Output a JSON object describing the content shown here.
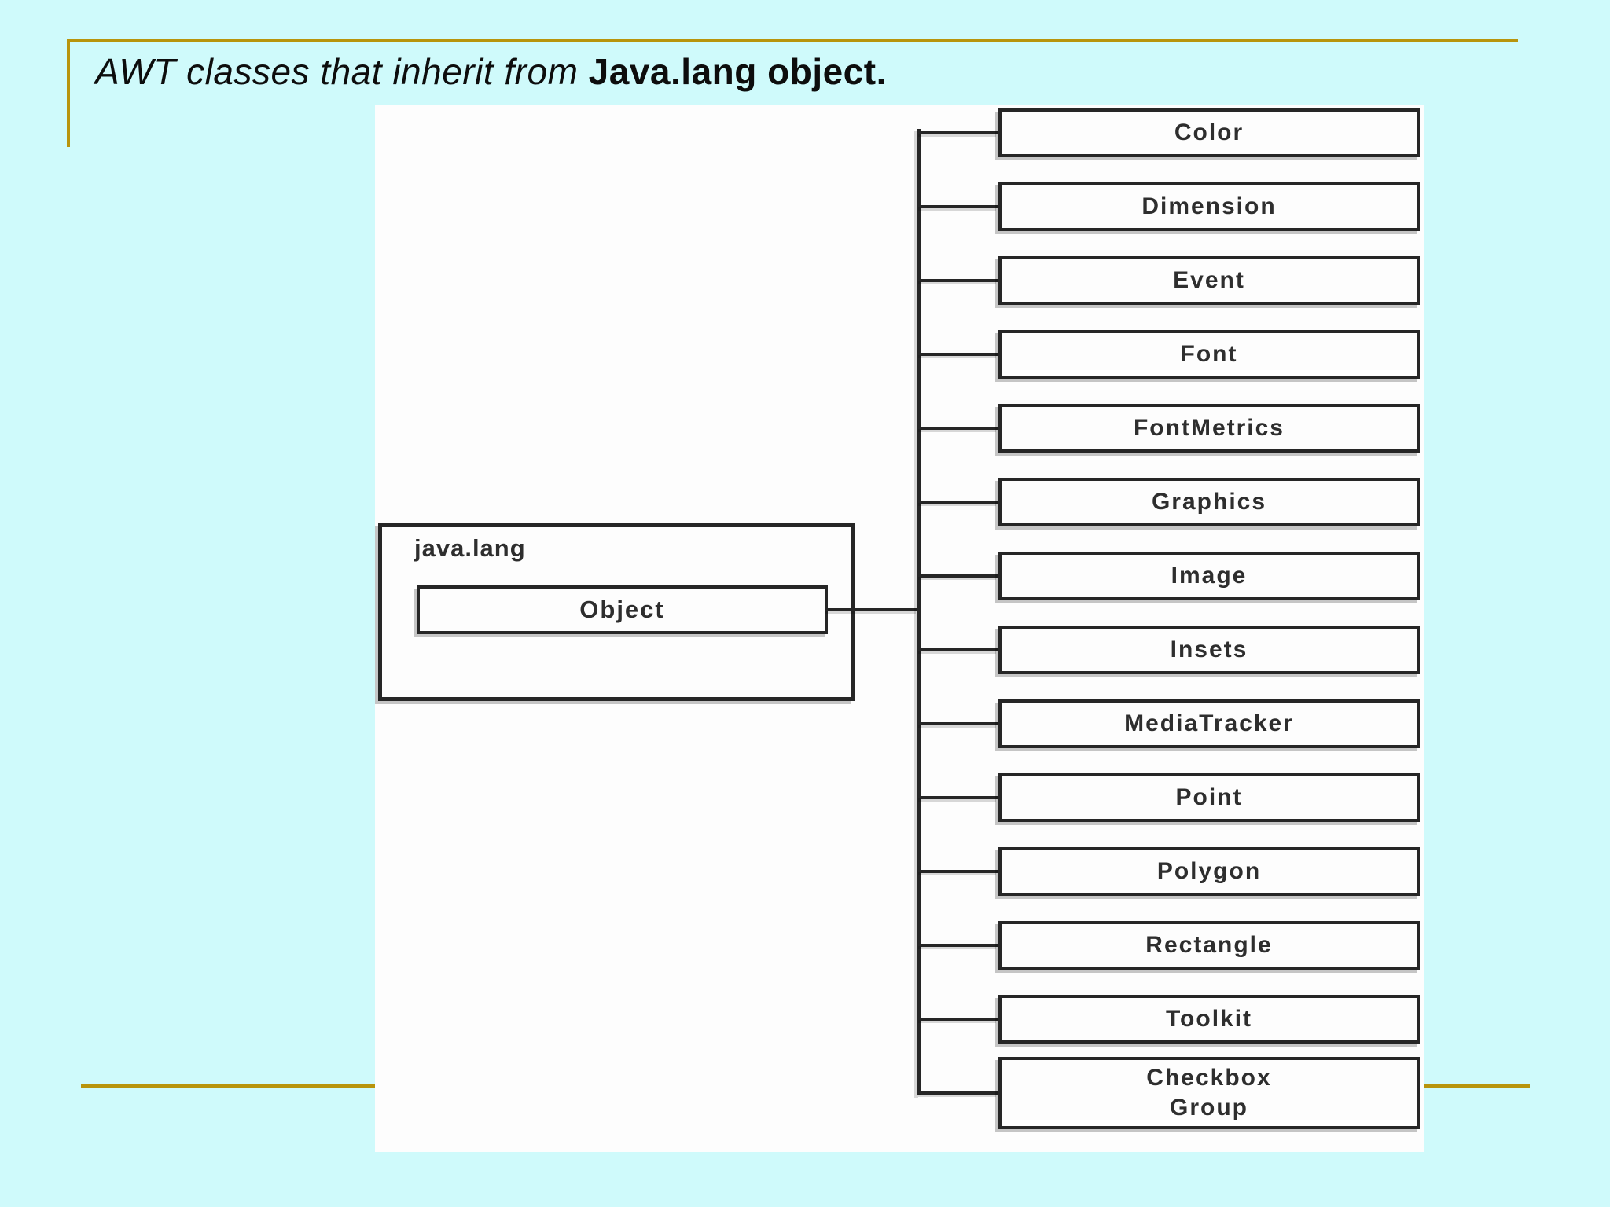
{
  "title": {
    "normal": "AWT classes that inherit from ",
    "emphasis": "Java.lang object."
  },
  "diagram": {
    "package_box": {
      "package_label": "java.lang",
      "class_label": "Object"
    },
    "subclasses": [
      "Color",
      "Dimension",
      "Event",
      "Font",
      "FontMetrics",
      "Graphics",
      "Image",
      "Insets",
      "MediaTracker",
      "Point",
      "Polygon",
      "Rectangle",
      "Toolkit",
      "Checkbox\nGroup"
    ]
  },
  "colors": {
    "background": "#CFFAFB",
    "accent_gold": "#B8940C",
    "line": "#262626",
    "paper": "#FDFDFD",
    "ink": "#2E2E2E"
  }
}
